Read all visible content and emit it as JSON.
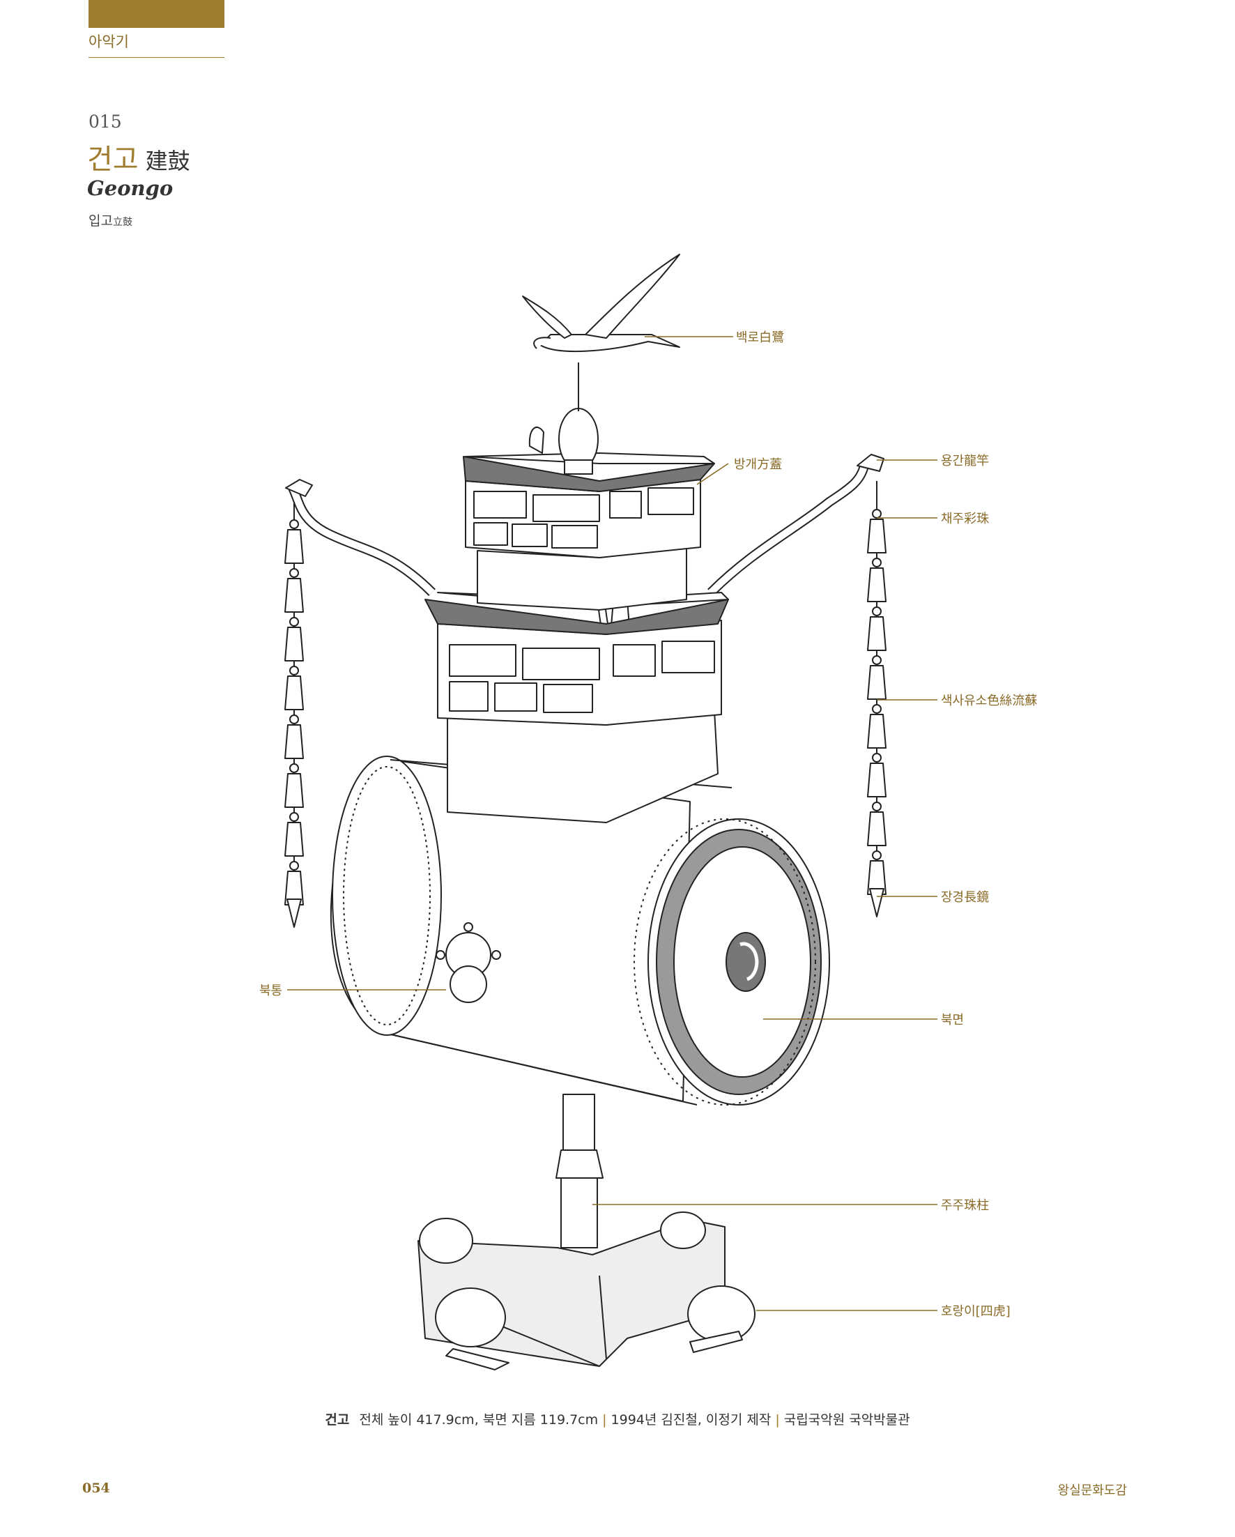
{
  "header": {
    "section": "아악기"
  },
  "entry": {
    "number": "015",
    "title_ko": "건고",
    "title_hanja": "建鼓",
    "title_en": "Geongo",
    "alias_ko": "입고",
    "alias_hanja": "立鼓"
  },
  "callouts": {
    "egret": "백로白鷺",
    "canopy": "방개方蓋",
    "dragon_pole": "용간龍竿",
    "colored_bead": "채주彩珠",
    "tassels": "색사유소色絲流蘇",
    "pendant": "장경長鏡",
    "drum_body": "북통",
    "drum_head": "북면",
    "pillar": "주주珠柱",
    "tigers": "호랑이[四虎]"
  },
  "caption": {
    "title": "건고",
    "dimensions": "전체 높이 417.9cm, 북면 지름 119.7cm",
    "maker": "1994년 김진철, 이정기 제작",
    "collection": "국립국악원 국악박물관"
  },
  "footer": {
    "page_number": "054",
    "book_title": "왕실문화도감"
  },
  "colors": {
    "accent": "#a07d2e",
    "line": "#222222"
  }
}
